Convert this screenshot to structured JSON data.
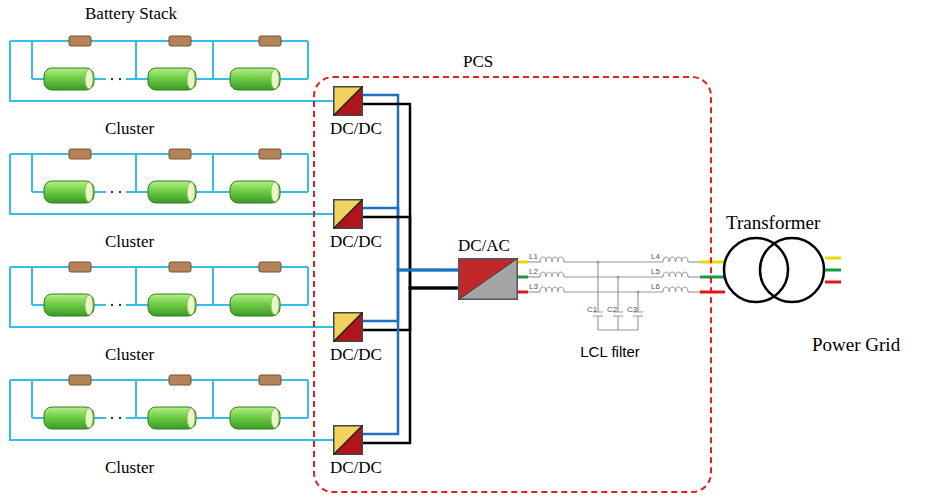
{
  "diagram": {
    "nodes": [
      {
        "text": [
          "Cluster"
        ]
      },
      {
        "text": [
          "Cluster"
        ]
      },
      {
        "text": [
          "Cluster"
        ]
      },
      {
        "text": [
          "Cluster"
        ]
      },
      {
        "text": [
          "PCS"
        ]
      },
      {
        "text": [
          "DC/DC"
        ],
        "in": 4
      },
      {
        "text": [
          "DC/DC"
        ],
        "in": 4
      },
      {
        "text": [
          "DC/DC"
        ],
        "in": 4
      },
      {
        "text": [
          "DC/DC"
        ],
        "in": 4
      },
      {
        "text": [
          "DC/AC"
        ],
        "in": 4
      },
      {
        "text": [
          "LCL filter"
        ],
        "in": 4
      },
      {
        "text": [
          "Transformer"
        ]
      }
    ],
    "edges": [
      {
        "from": 0,
        "to": 5,
        "arrow": "none"
      },
      {
        "from": 1,
        "to": 6,
        "arrow": "none"
      },
      {
        "from": 2,
        "to": 7,
        "arrow": "none"
      },
      {
        "from": 3,
        "to": 8,
        "arrow": "none"
      },
      {
        "from": 5,
        "to": 9,
        "arrow": "none"
      },
      {
        "from": 6,
        "to": 9,
        "arrow": "none"
      },
      {
        "from": 7,
        "to": 9,
        "arrow": "none"
      },
      {
        "from": 8,
        "to": 9,
        "arrow": "none"
      },
      {
        "from": 9,
        "to": 10,
        "arrow": "none"
      },
      {
        "from": 10,
        "to": 11,
        "arrow": "none"
      }
    ],
    "labels": [
      "Battery Stack",
      "L1",
      "L2",
      "L3",
      "L4",
      "L5",
      "L6",
      "C1",
      "C2",
      "C3",
      "Power Grid"
    ]
  }
}
